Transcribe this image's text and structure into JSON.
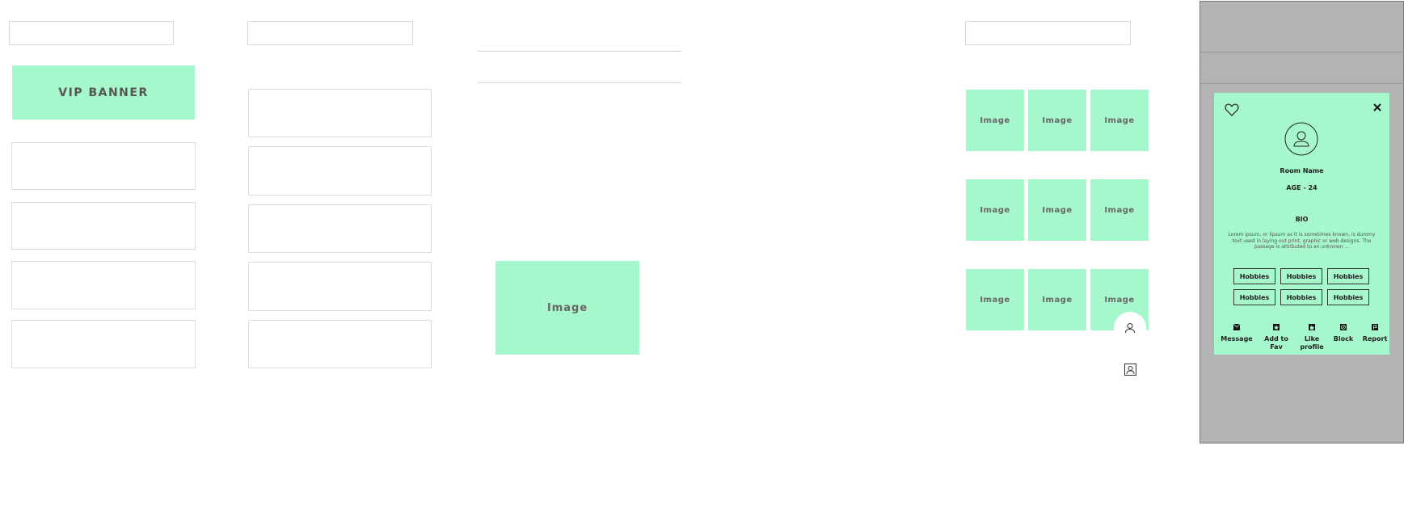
{
  "column1": {
    "banner_label": "VIP BANNER"
  },
  "column3": {
    "image_label": "Image"
  },
  "grid": {
    "tiles": [
      "Image",
      "Image",
      "Image",
      "Image",
      "Image",
      "Image",
      "Image",
      "Image",
      "Image"
    ]
  },
  "profile_modal": {
    "name": "Room Name",
    "age": "AGE - 24",
    "bio_heading": "BIO",
    "bio_text": "Lorem ipsum, or lipsum as it is sometimes known, is dummy text used in laying out print, graphic or web designs. The passage is attributed to an unknown ...",
    "hobbies": [
      "Hobbies",
      "Hobbies",
      "Hobbies",
      "Hobbies",
      "Hobbies",
      "Hobbies"
    ],
    "actions": [
      {
        "label": "Message",
        "icon": "message-icon"
      },
      {
        "label": "Add to Fav",
        "icon": "star-icon"
      },
      {
        "label": "Like profile",
        "icon": "thumbs-up-icon"
      },
      {
        "label": "Block",
        "icon": "block-icon"
      },
      {
        "label": "Report",
        "icon": "report-icon"
      }
    ]
  },
  "colors": {
    "mint": "#a6f7cb",
    "overlay": "#b3b3b3",
    "border": "#d9d9d9"
  }
}
